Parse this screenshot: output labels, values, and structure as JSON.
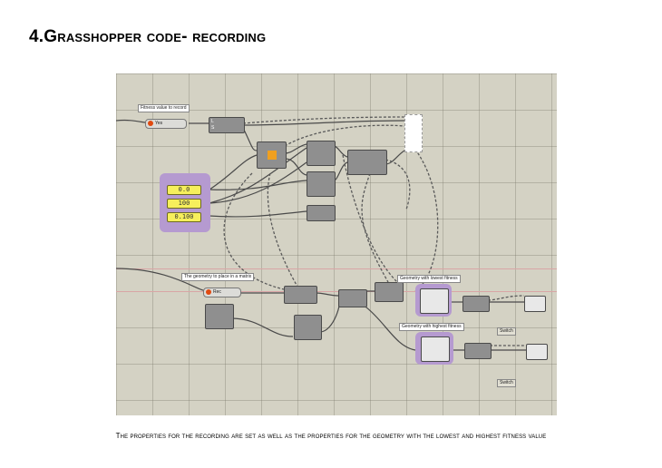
{
  "page": {
    "title": "4.Grasshopper code- recording",
    "caption": "The properties for the recording are set as well as the properties for the geometry with the lowest and highest fitness value"
  },
  "canvas": {
    "labels": {
      "fitness": "Fitness value to record",
      "geometry": "The geometry to place in a matrix",
      "lowest": "Geometry with lowest fitness",
      "highest": "Geometry with highest fitness"
    },
    "toggles": [
      {
        "value": "Yes"
      },
      {
        "value": "Rec"
      }
    ],
    "sliders": [
      "0.0",
      "100",
      "0.100"
    ],
    "switches": [
      "Switch",
      "Switch"
    ],
    "colors": {
      "background": "#d4d2c4",
      "slider": "#f6ef5c",
      "group_purple": "#b59ad0",
      "component": "#8f8f8f"
    }
  }
}
